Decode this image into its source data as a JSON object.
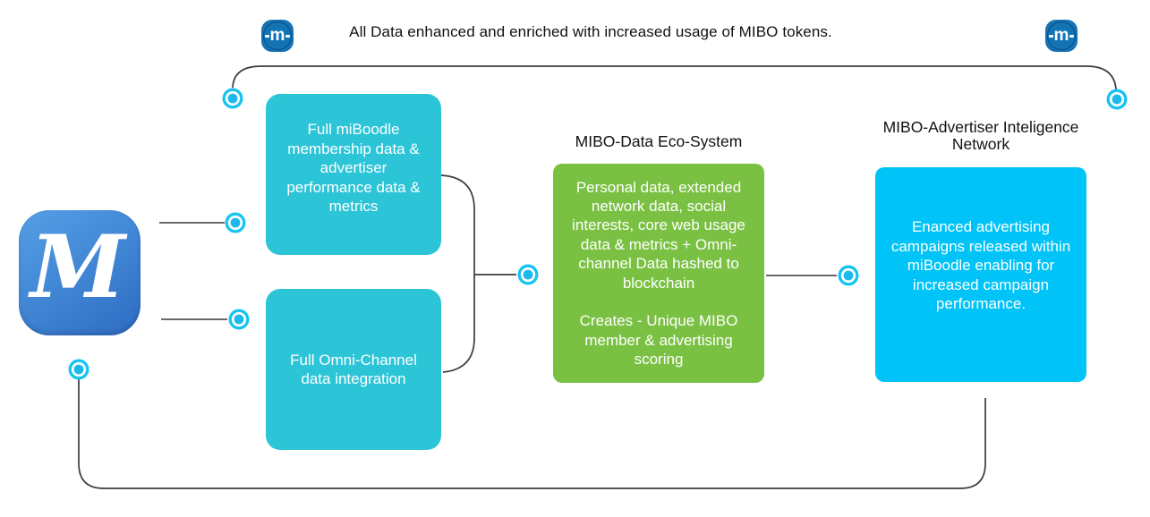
{
  "caption": "All Data enhanced and enriched with increased usage of MIBO tokens.",
  "logo": {
    "letter": "M"
  },
  "token_icon": {
    "letter": "m"
  },
  "boxes": {
    "membership": {
      "text": "Full miBoodle membership data & advertiser performance data & metrics"
    },
    "omni": {
      "text": "Full Omni-Channel data integration"
    },
    "ecosystem": {
      "title": "MIBO-Data Eco-System",
      "paragraph1": "Personal data, extended network data, social interests, core web usage data & metrics + Omni-channel Data hashed to blockchain",
      "paragraph2": "Creates - Unique MIBO member & advertising scoring"
    },
    "advertiser": {
      "title": "MIBO-Advertiser Inteligence Network",
      "text": "Enanced advertising campaigns released within miBoodle enabling for increased campaign performance."
    }
  },
  "colors": {
    "teal-box": "#2cc4d7",
    "green-box": "#7ac143",
    "blue-box": "#00c3f7",
    "node-ring": "#16c4f2",
    "node-dot": "#1cb9ec",
    "token-icon-bg": "#1273b5",
    "logo-top": "#55a0e6",
    "logo-bottom": "#2d6cc3",
    "wire": "#3c3c3c",
    "text-dark": "#111111",
    "text-light": "#ffffff"
  }
}
